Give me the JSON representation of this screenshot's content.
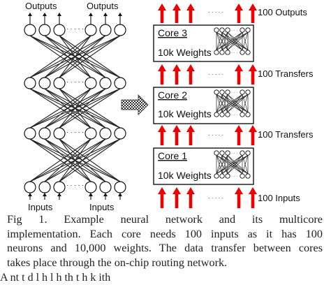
{
  "network": {
    "outputs_left": "Outputs",
    "outputs_right": "Outputs",
    "inputs_left": "Inputs",
    "inputs_right": "Inputs",
    "dots_top": "· · · · ·",
    "dots_l2": "· · · · ·",
    "dots_l3": "· · · · ·",
    "dots_bottom": "· · · · ·"
  },
  "multicore": {
    "cores": [
      {
        "name": "Core 3",
        "weights": "10k Weights"
      },
      {
        "name": "Core 2",
        "weights": "10k Weights"
      },
      {
        "name": "Core 1",
        "weights": "10k Weights"
      }
    ],
    "labels": {
      "outputs": "100 Outputs",
      "transfer_top": "100 Transfers",
      "transfer_bottom": "100 Transfers",
      "inputs": "100 Inputs"
    },
    "arrow_dots": "· · · · ·",
    "arrow_color": "#ee0000"
  },
  "caption": {
    "line1": "Fig 1. Example neural network and its multicore",
    "line2": "implementation. Each core needs 100 inputs as it has 100",
    "line3": "neurons and 10,000 weights. The data transfer between cores",
    "line4": "takes place through the on-chip routing network."
  },
  "bottom_text": "A nt t  d  l  h  l h th t  h  k  ith"
}
